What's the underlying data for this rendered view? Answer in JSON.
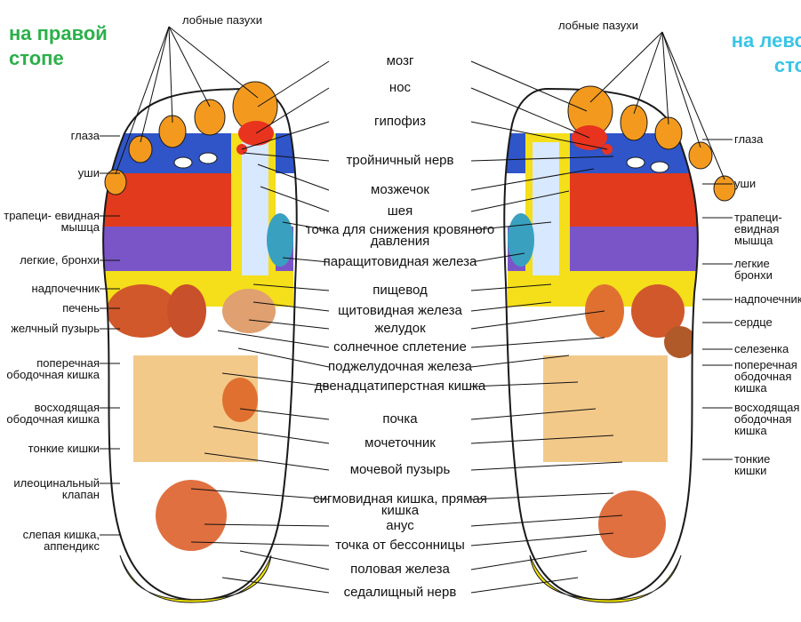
{
  "title_right": [
    "на правой",
    "стопе"
  ],
  "title_left": [
    "на лево",
    "сто"
  ],
  "top_labels": {
    "right": "лобные пазухи",
    "left": "лобные пазухи"
  },
  "center_labels": [
    "мозг",
    "нос",
    "гипофиз",
    "тройничный нерв",
    "мозжечок",
    "шея",
    "точка для снижения кровяного давления",
    "паращитовидная железа",
    "пищевод",
    "щитовидная железа",
    "желудок",
    "солнечное сплетение",
    "поджелудочная железа",
    "двенадцатиперстная кишка",
    "почка",
    "мочеточник",
    "мочевой пузырь",
    "сигмовидная кишка, прямая кишка",
    "анус",
    "точка от бессонницы",
    "половая железа",
    "седалищный нерв"
  ],
  "left_side_labels": [
    "глаза",
    "уши",
    "трапеци- евидная мышца",
    "легкие, бронхи",
    "надпочечник",
    "печень",
    "желчный пузырь",
    "поперечная ободочная кишка",
    "восходящая ободочная кишка",
    "тонкие кишки",
    "илеоцинальный клапан",
    "слепая кишка, аппендикс"
  ],
  "right_side_labels": [
    "глаза",
    "уши",
    "трапеци- евидная мышца",
    "легкие бронхи",
    "надпочечник",
    "сердце",
    "селезенка",
    "поперечная ободочная кишка",
    "восходящая ободочная кишка",
    "тонкие кишки"
  ],
  "colors": {
    "foot_outline": "#1a1a1a",
    "heel_band": "#f2e300",
    "sinus": "#e8331f",
    "brain_orange": "#f39a1e",
    "eyes_blue": "#2f55c8",
    "trapezius_red": "#e23a1c",
    "lungs_purple": "#7a55c8",
    "liver": "#d1582a",
    "intestine": "#f3c98a",
    "stomach_yellow": "#f4df1a",
    "leader_line": "#111111",
    "title_green": "#2bb04a",
    "title_cyan": "#3ac4e6"
  }
}
